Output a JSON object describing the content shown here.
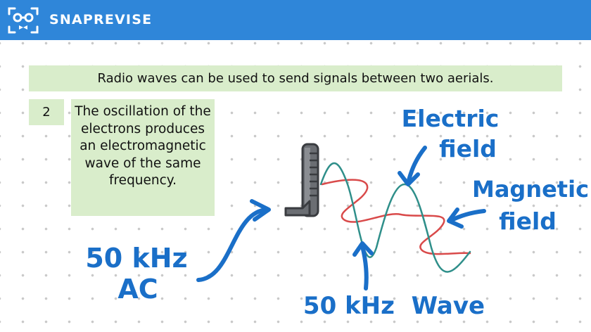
{
  "header": {
    "brand_name": "SNAPREVISE",
    "bar_color": "#2f86d9",
    "logo_icon": "snaprevise-glasses-logo-icon"
  },
  "lesson": {
    "banner_text": "Radio waves can be used to send signals between two aerials.",
    "step_number": "2",
    "step_text": "The oscillation of the electrons produces an electromagnetic wave of the same frequency.",
    "panel_color": "#d9edcb"
  },
  "diagram": {
    "label_electric_line1": "Electric",
    "label_electric_line2": "field",
    "label_magnetic_line1": "Magnetic",
    "label_magnetic_line2": "field",
    "label_ac_line1": "50 kHz",
    "label_ac_line2": "AC",
    "label_wave": "50 kHz  Wave",
    "electric_wave_color": "#2f8f8a",
    "magnetic_wave_color": "#d94a4a",
    "annotation_color": "#1a6fc8",
    "antenna_icon": "aerial-antenna-icon"
  }
}
